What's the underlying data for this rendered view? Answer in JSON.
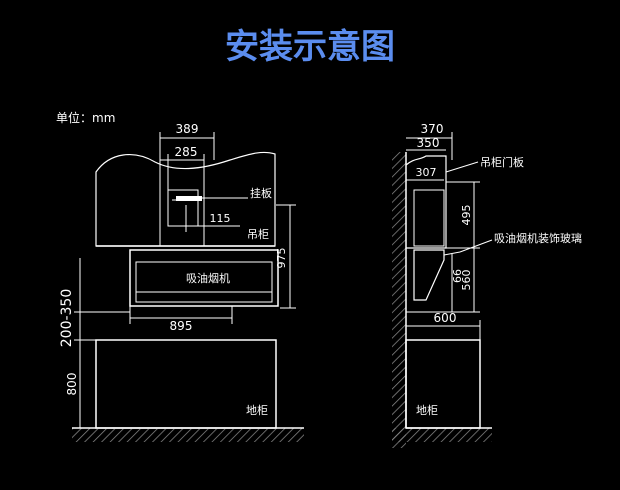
{
  "title": "安装示意图",
  "unit_label": "单位：mm",
  "colors": {
    "background": "#000000",
    "title": "#5b8def",
    "line": "#ffffff",
    "hatch": "#8a8a8a"
  },
  "front_view": {
    "dim_389": "389",
    "dim_285": "285",
    "label_hanging_plate": "挂板",
    "dim_115": "115",
    "label_wall_cabinet": "吊柜",
    "dim_975": "975",
    "label_range_hood": "吸油烟机",
    "dim_895": "895",
    "dim_200_350": "200-350",
    "dim_800": "800",
    "label_floor_cabinet": "地柜"
  },
  "side_view": {
    "dim_370": "370",
    "dim_350": "350",
    "label_cabinet_door": "吊柜门板",
    "dim_307": "307",
    "dim_495": "495",
    "label_glass": "吸油烟机装饰玻璃",
    "dim_66": "66",
    "dim_560": "560",
    "dim_600": "600",
    "label_floor_cabinet": "地柜"
  }
}
